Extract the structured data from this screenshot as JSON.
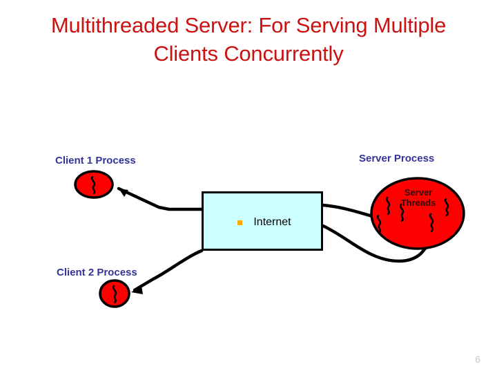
{
  "slide": {
    "title": "Multithreaded Server: For Serving Multiple Clients Concurrently",
    "title_color": "#CC1111",
    "page_number": "6",
    "background": "#FFFFFF"
  },
  "diagram": {
    "label_color": "#333399",
    "process_fill": "#FF0000",
    "process_stroke": "#000000",
    "connector_color": "#000000",
    "labels": [
      {
        "id": "client1",
        "text": "Client 1 Process"
      },
      {
        "id": "client2",
        "text": "Client 2 Process"
      },
      {
        "id": "server",
        "text": "Server Process"
      }
    ],
    "server_threads_label": "Server Threads",
    "internet": {
      "text": "Internet",
      "bullet_color": "#FFAA00",
      "fill": "#CCFFFF",
      "border": "#000000"
    },
    "icons": {
      "thread": "thread-squiggle-icon",
      "bullet": "square-bullet-icon"
    }
  }
}
